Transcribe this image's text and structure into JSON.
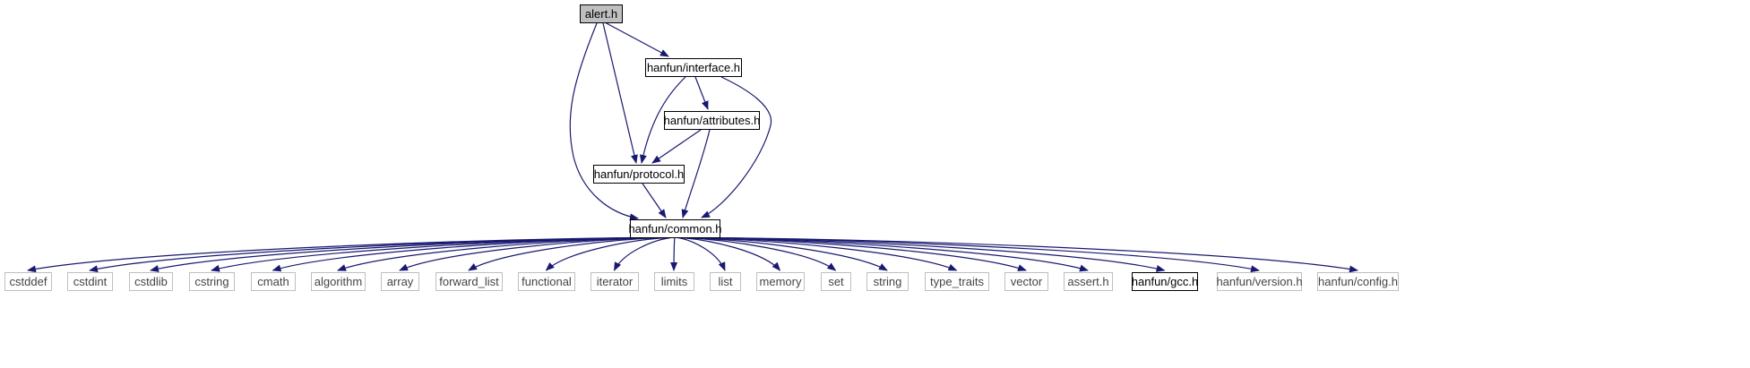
{
  "diagram": {
    "type": "include-dependency-graph",
    "colors": {
      "edge": "#191970",
      "root_fill": "#bfbfbf",
      "node_border": "#000000",
      "external_border": "#bfbfbf",
      "external_text": "#444444"
    },
    "nodes": [
      {
        "id": "alert",
        "label": "alert.h",
        "kind": "root"
      },
      {
        "id": "interface",
        "label": "hanfun/interface.h",
        "kind": "documented"
      },
      {
        "id": "attributes",
        "label": "hanfun/attributes.h",
        "kind": "documented"
      },
      {
        "id": "protocol",
        "label": "hanfun/protocol.h",
        "kind": "documented"
      },
      {
        "id": "common",
        "label": "hanfun/common.h",
        "kind": "documented"
      },
      {
        "id": "cstddef",
        "label": "cstddef",
        "kind": "external"
      },
      {
        "id": "cstdint",
        "label": "cstdint",
        "kind": "external"
      },
      {
        "id": "cstdlib",
        "label": "cstdlib",
        "kind": "external"
      },
      {
        "id": "cstring",
        "label": "cstring",
        "kind": "external"
      },
      {
        "id": "cmath",
        "label": "cmath",
        "kind": "external"
      },
      {
        "id": "algorithm",
        "label": "algorithm",
        "kind": "external"
      },
      {
        "id": "array",
        "label": "array",
        "kind": "external"
      },
      {
        "id": "forward_list",
        "label": "forward_list",
        "kind": "external"
      },
      {
        "id": "functional",
        "label": "functional",
        "kind": "external"
      },
      {
        "id": "iterator",
        "label": "iterator",
        "kind": "external"
      },
      {
        "id": "limits",
        "label": "limits",
        "kind": "external"
      },
      {
        "id": "list",
        "label": "list",
        "kind": "external"
      },
      {
        "id": "memory",
        "label": "memory",
        "kind": "external"
      },
      {
        "id": "set",
        "label": "set",
        "kind": "external"
      },
      {
        "id": "string",
        "label": "string",
        "kind": "external"
      },
      {
        "id": "type_traits",
        "label": "type_traits",
        "kind": "external"
      },
      {
        "id": "vector",
        "label": "vector",
        "kind": "external"
      },
      {
        "id": "assert",
        "label": "assert.h",
        "kind": "external"
      },
      {
        "id": "gcc",
        "label": "hanfun/gcc.h",
        "kind": "documented"
      },
      {
        "id": "version",
        "label": "hanfun/version.h",
        "kind": "external"
      },
      {
        "id": "config",
        "label": "hanfun/config.h",
        "kind": "external"
      }
    ],
    "edges": [
      {
        "from": "alert",
        "to": "interface"
      },
      {
        "from": "alert",
        "to": "protocol"
      },
      {
        "from": "alert",
        "to": "common"
      },
      {
        "from": "interface",
        "to": "attributes"
      },
      {
        "from": "interface",
        "to": "protocol"
      },
      {
        "from": "interface",
        "to": "common"
      },
      {
        "from": "attributes",
        "to": "protocol"
      },
      {
        "from": "attributes",
        "to": "common"
      },
      {
        "from": "protocol",
        "to": "common"
      },
      {
        "from": "common",
        "to": "cstddef"
      },
      {
        "from": "common",
        "to": "cstdint"
      },
      {
        "from": "common",
        "to": "cstdlib"
      },
      {
        "from": "common",
        "to": "cstring"
      },
      {
        "from": "common",
        "to": "cmath"
      },
      {
        "from": "common",
        "to": "algorithm"
      },
      {
        "from": "common",
        "to": "array"
      },
      {
        "from": "common",
        "to": "forward_list"
      },
      {
        "from": "common",
        "to": "functional"
      },
      {
        "from": "common",
        "to": "iterator"
      },
      {
        "from": "common",
        "to": "limits"
      },
      {
        "from": "common",
        "to": "list"
      },
      {
        "from": "common",
        "to": "memory"
      },
      {
        "from": "common",
        "to": "set"
      },
      {
        "from": "common",
        "to": "string"
      },
      {
        "from": "common",
        "to": "type_traits"
      },
      {
        "from": "common",
        "to": "vector"
      },
      {
        "from": "common",
        "to": "assert"
      },
      {
        "from": "common",
        "to": "gcc"
      },
      {
        "from": "common",
        "to": "version"
      },
      {
        "from": "common",
        "to": "config"
      }
    ]
  }
}
